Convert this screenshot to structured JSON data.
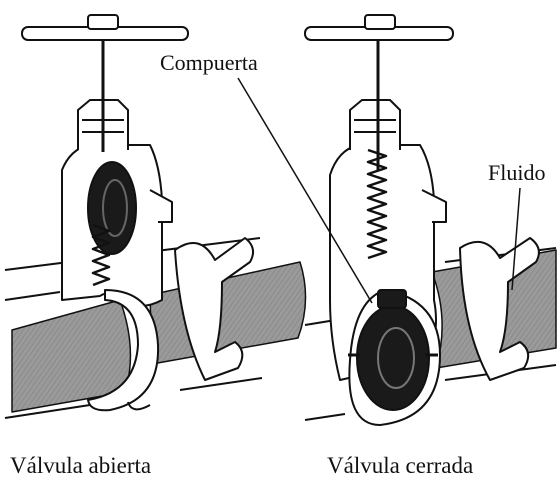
{
  "labels": {
    "gate": "Compuerta",
    "fluid": "Fluido"
  },
  "captions": {
    "open": "Válvula abierta",
    "closed": "Válvula cerrada"
  },
  "colors": {
    "line": "#111111",
    "pipe_fill": "#9a9a9a",
    "body_fill": "#ffffff",
    "disc_fill": "#1a1a1a"
  }
}
